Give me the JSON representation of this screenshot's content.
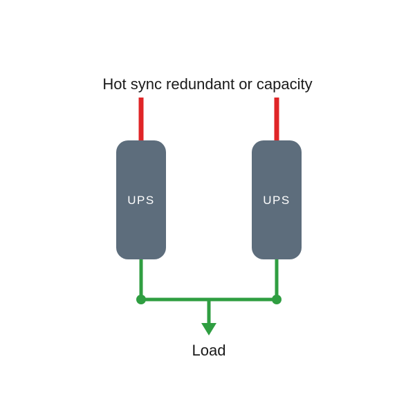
{
  "diagram": {
    "title": "Hot sync redundant or capacity",
    "ups_left_label": "UPS",
    "ups_right_label": "UPS",
    "load_label": "Load"
  },
  "colors": {
    "input_line": "#e02527",
    "output_line": "#2f9e41",
    "ups_box": "#5d6d7c",
    "text": "#1a1a1a"
  }
}
